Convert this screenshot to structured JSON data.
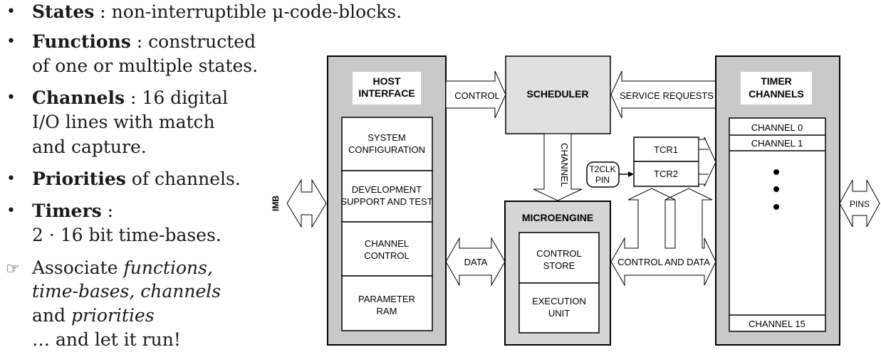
{
  "bullets": [
    {
      "term": "States",
      "rest": " : non-interruptible μ-code-blocks."
    },
    {
      "term": "Functions",
      "rest": " : constructed",
      "line2": "of one or multiple states."
    },
    {
      "term": "Channels",
      "rest": " : 16 digital",
      "line2": "I/O lines with match",
      "line3": "and capture."
    },
    {
      "term": "Priorities",
      "rest": " of channels."
    },
    {
      "term": "Timers",
      "rest": " :",
      "line2": "2 · 16 bit time-bases."
    }
  ],
  "associate": {
    "a": "Associate ",
    "functions": "functions,",
    "timebases": "time-bases, channels",
    "and": "and ",
    "priorities": "priorities",
    "run": "… and let it run!"
  },
  "diagram": {
    "host": {
      "title1": "HOST",
      "title2": "INTERFACE",
      "sys1": "SYSTEM",
      "sys2": "CONFIGURATION",
      "dev1": "DEVELOPMENT",
      "dev2": "SUPPORT AND TEST",
      "ch1": "CHANNEL",
      "ch2": "CONTROL",
      "param1": "PARAMETER",
      "param2": "RAM"
    },
    "scheduler": "SCHEDULER",
    "control": "CONTROL",
    "service_requests": "SERVICE REQUESTS",
    "timer": {
      "title1": "TIMER",
      "title2": "CHANNELS",
      "ch0": "CHANNEL 0",
      "ch1": "CHANNEL 1",
      "ch15": "CHANNEL 15"
    },
    "channel_vertical": "CHANNEL",
    "t2clk1": "T2CLK",
    "t2clk2": "PIN",
    "tcr1": "TCR1",
    "tcr2": "TCR2",
    "imb": "IMB",
    "pins": "PINS",
    "data": "DATA",
    "microengine": {
      "title": "MICROENGINE",
      "cs1": "CONTROL",
      "cs2": "STORE",
      "eu1": "EXECUTION",
      "eu2": "UNIT"
    },
    "control_and_data": "CONTROL AND DATA"
  }
}
